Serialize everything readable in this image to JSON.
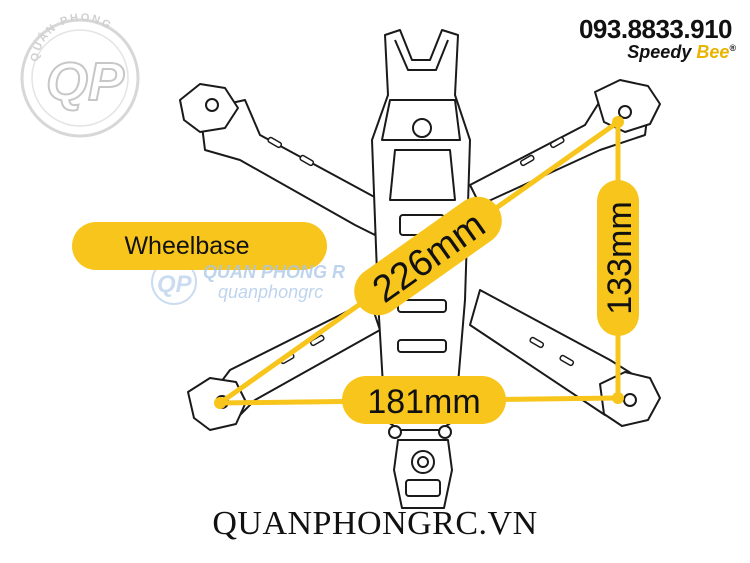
{
  "header": {
    "phone": "093.8833.910",
    "brand_main": "Speedy ",
    "brand_accent": "Bee",
    "brand_mark": "®"
  },
  "logo": {
    "monogram": "QP",
    "arc_text": "QUÂN PHONG"
  },
  "watermark": {
    "line1": "QUAN PHONG R",
    "line2": "quanphongrc"
  },
  "labels": {
    "wheelbase": "Wheelbase",
    "diagonal": "226mm",
    "vertical": "133mm",
    "horizontal": "181mm"
  },
  "footer": {
    "site": "QUANPHONGRC.VN"
  },
  "colors": {
    "accent_yellow": "#f8c51c",
    "line": "#1a1a1a",
    "watermark_blue": "#a9c6e8"
  }
}
